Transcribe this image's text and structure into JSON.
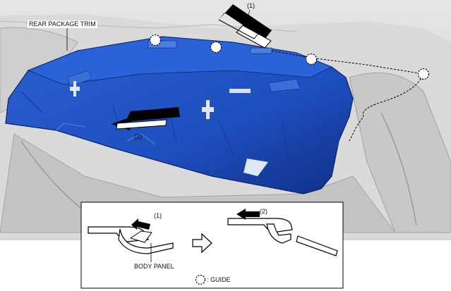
{
  "labels": {
    "part_name": "REAR PACKAGE TRIM",
    "step1": "(1)",
    "step2": "(2)",
    "body_panel": "BODY PANEL",
    "guide": ": GUIDE"
  },
  "colors": {
    "trim_blue": "#1e4fbf",
    "trim_dark": "#0f2f86",
    "background_gray": "#d9d9d9",
    "arrow": "#000000"
  },
  "icons": {
    "guide_marker": "dashed-circle-icon",
    "removal_arrow": "arrow-icon",
    "sequence_arrow": "hollow-arrow-icon"
  }
}
